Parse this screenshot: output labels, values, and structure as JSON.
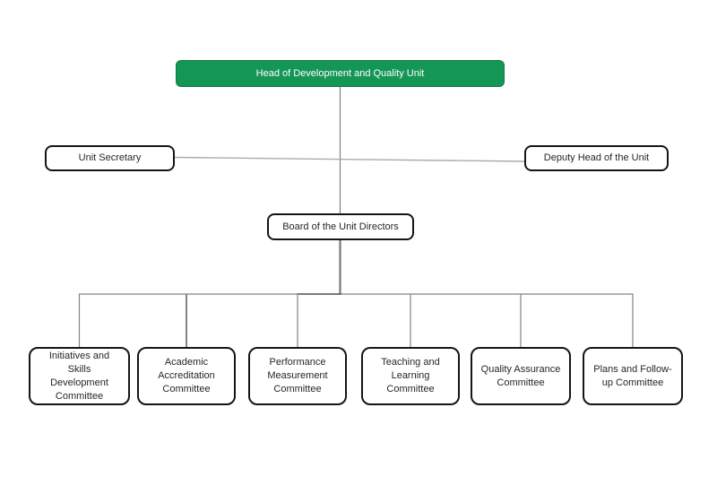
{
  "diagram": {
    "type": "org-chart",
    "nodes": {
      "head": "Head of Development and Quality Unit",
      "unit_secretary": "Unit Secretary",
      "deputy_head": "Deputy Head of the Unit",
      "board": "Board of the Unit Directors",
      "committees": [
        "Initiatives and Skills Development Committee",
        "Academic Accreditation Committee",
        "Performance Measurement Committee",
        "Teaching and Learning Committee",
        "Quality Assurance Committee",
        "Plans and Follow-up Committee"
      ]
    },
    "edges": [
      {
        "from": "head",
        "to": "board"
      },
      {
        "from": "unit_secretary",
        "to": "deputy_head"
      },
      {
        "from": "board",
        "to": "committees_bus"
      },
      {
        "from": "committees_bus",
        "to": "each committee"
      }
    ],
    "colors": {
      "head_fill": "#149655",
      "head_border": "#0e7a44",
      "head_text": "#ffffff",
      "node_fill": "#ffffff",
      "node_border": "#151515",
      "node_text": "#262626",
      "connector": "#828282",
      "connector_light": "#ababab",
      "background": "#ffffff"
    }
  }
}
